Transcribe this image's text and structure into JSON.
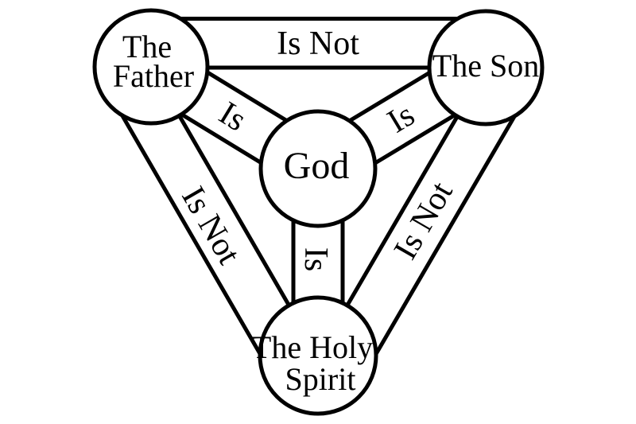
{
  "diagram": {
    "background_color": "#ffffff",
    "line_color": "#000000",
    "text_color": "#000000",
    "nodes": {
      "father": {
        "line1": "The",
        "line2": "Father"
      },
      "son": {
        "label": "The Son"
      },
      "god": {
        "label": "God"
      },
      "holy_spirit": {
        "line1": "The Holy",
        "line2": "Spirit"
      }
    },
    "edges": {
      "father_son": {
        "label": "Is Not"
      },
      "father_holy_spirit": {
        "label": "Is Not"
      },
      "son_holy_spirit": {
        "label": "Is Not"
      },
      "father_god": {
        "label": "Is"
      },
      "son_god": {
        "label": "Is"
      },
      "holy_spirit_god": {
        "label": "Is"
      }
    }
  }
}
